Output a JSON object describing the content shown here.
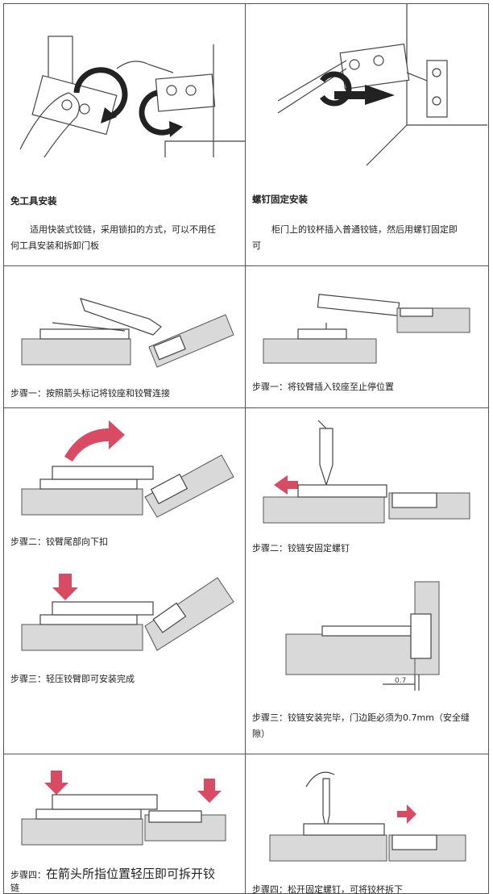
{
  "cells": {
    "r1c1": {
      "heading": "免工具安装",
      "body_line1": "适用快装式铰链，采用锁扣的方式，可以不用任",
      "body_line2": "何工具安装和拆卸门板"
    },
    "r1c2": {
      "heading": "螺钉固定安装",
      "body_line1": "柜门上的铰杯插入普通铰链，然后用螺钉固定即",
      "body_line2": "可"
    },
    "r2c1": {
      "caption": "步骤一：按照箭头标记将铰座和铰臂连接"
    },
    "r2c2": {
      "caption": "步骤一：将铰臂插入铰座至止停位置"
    },
    "r3c1": {
      "caption_a": "步骤二：铰臂尾部向下扣",
      "caption_b": "步骤三：轻压铰臂即可安装完成"
    },
    "r3c2": {
      "caption_a": "步骤二：铰链安固定螺钉",
      "gap_label": "0.7",
      "caption_b_line1": "步骤三：铰链安装完毕，门边距必须为0.7mm（安全缝",
      "caption_b_line2": "隙）"
    },
    "r4c1": {
      "caption_prefix": "步骤四：",
      "caption_main": "在箭头所指位置轻压即可拆开铰",
      "caption_line2": "链"
    },
    "r4c2": {
      "caption": "步骤四：松开固定螺钉，可将铰杯拆下"
    }
  },
  "colors": {
    "arrow_red": "#d94a63",
    "border": "#555555",
    "panel_gray": "#d9d9d9"
  }
}
